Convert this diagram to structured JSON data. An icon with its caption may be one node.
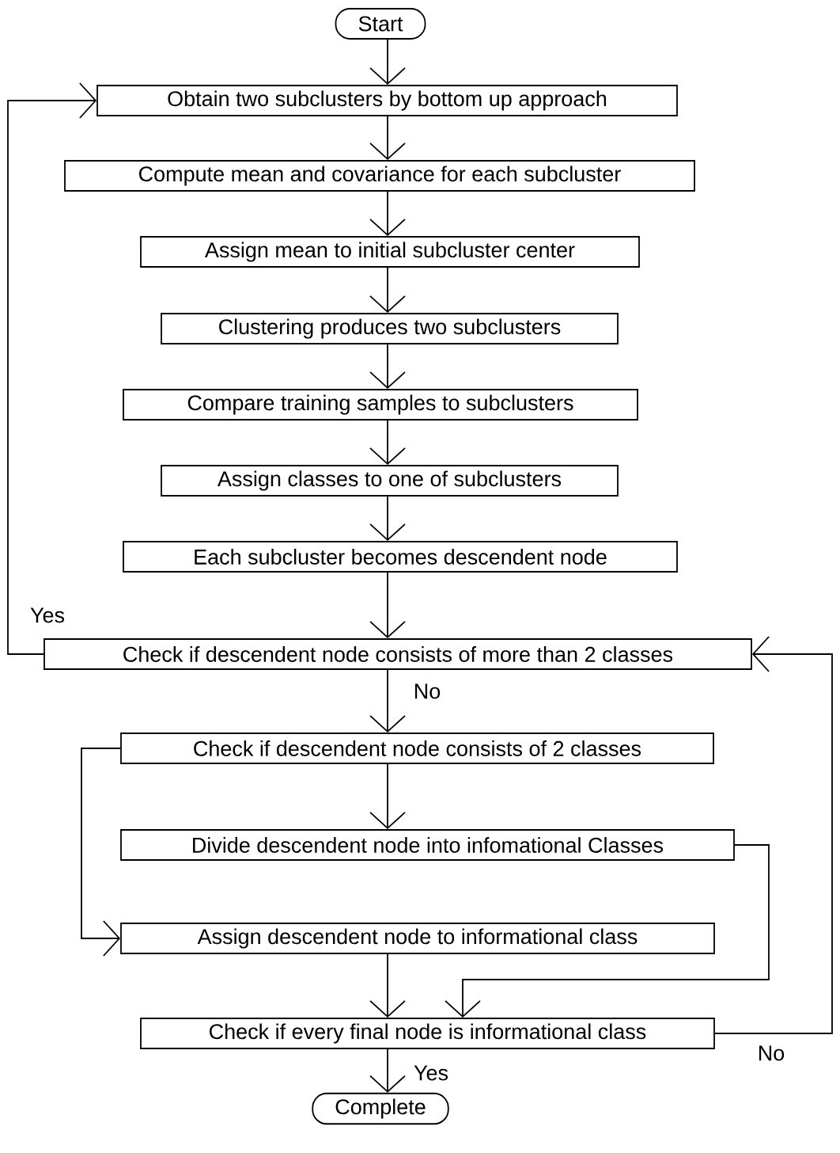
{
  "diagram": {
    "nodes": [
      {
        "text": [
          "Start"
        ]
      },
      {
        "text": [
          "Obtain two subclusters by bottom up approach"
        ]
      },
      {
        "text": [
          "Compute mean and covariance for each subcluster"
        ]
      },
      {
        "text": [
          "Assign mean to initial subcluster center"
        ]
      },
      {
        "text": [
          "Clustering produces two subclusters"
        ]
      },
      {
        "text": [
          "Compare training samples to subclusters"
        ]
      },
      {
        "text": [
          "Assign classes to one of subclusters"
        ]
      },
      {
        "text": [
          "Each subcluster becomes descendent node"
        ]
      },
      {
        "text": [
          "Check if descendent node consists of more than 2 classes"
        ]
      },
      {
        "text": [
          "Check if descendent node consists of 2 classes"
        ]
      },
      {
        "text": [
          "Divide descendent node into infomational Classes"
        ]
      },
      {
        "text": [
          "Assign descendent node to informational class"
        ]
      },
      {
        "text": [
          "Check if every final node is informational class"
        ]
      },
      {
        "text": [
          "Complete"
        ]
      }
    ],
    "edges": [
      {
        "from": 0,
        "to": 1,
        "arrow": "to"
      },
      {
        "from": 1,
        "to": 2,
        "arrow": "to"
      },
      {
        "from": 2,
        "to": 3,
        "arrow": "to"
      },
      {
        "from": 3,
        "to": 4,
        "arrow": "to"
      },
      {
        "from": 4,
        "to": 5,
        "arrow": "to"
      },
      {
        "from": 5,
        "to": 6,
        "arrow": "to"
      },
      {
        "from": 6,
        "to": 7,
        "arrow": "to"
      },
      {
        "from": 7,
        "to": 8,
        "arrow": "to"
      },
      {
        "from": 8,
        "to": 1,
        "arrow": "to",
        "label": "Yes"
      },
      {
        "from": 8,
        "to": 9,
        "arrow": "to",
        "label": "No"
      },
      {
        "from": 9,
        "to": 10,
        "arrow": "to"
      },
      {
        "from": 9,
        "to": 11,
        "arrow": "to"
      },
      {
        "from": 10,
        "to": 12,
        "arrow": "to"
      },
      {
        "from": 11,
        "to": 12,
        "arrow": "to"
      },
      {
        "from": 12,
        "to": 8,
        "arrow": "to",
        "label": "No"
      },
      {
        "from": 12,
        "to": 13,
        "arrow": "to",
        "label": "Yes"
      }
    ]
  }
}
